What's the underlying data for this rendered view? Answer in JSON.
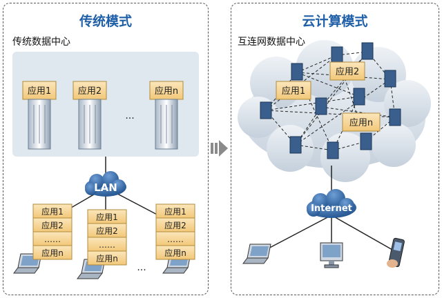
{
  "left_panel": {
    "title": "传统模式",
    "subtitle": "传统数据中心",
    "servers": [
      {
        "label": "应用1"
      },
      {
        "label": "应用2"
      },
      {
        "label": "应用n"
      }
    ],
    "server_ellipsis": "...",
    "lan_label": "LAN",
    "clients": [
      {
        "apps": [
          "应用1",
          "应用2",
          "……",
          "应用n"
        ]
      },
      {
        "apps": [
          "应用1",
          "应用2",
          "……",
          "应用n"
        ]
      },
      {
        "apps": [
          "应用1",
          "应用2",
          "……",
          "应用n"
        ]
      }
    ],
    "client_ellipsis": "..."
  },
  "right_panel": {
    "title": "云计算模式",
    "subtitle": "互连网数据中心",
    "cloud_apps": [
      "应用1",
      "应用2",
      "应用n"
    ],
    "internet_label": "Internet",
    "devices": [
      "laptop",
      "desktop",
      "mobile-phone"
    ]
  },
  "transition_arrow": "arrow-right-icon",
  "colors": {
    "title_blue": "#1f5fa8",
    "app_box_fill": "#f6d79a",
    "app_box_stroke": "#b08a3c",
    "server_panel_bg": "#dfe8ef",
    "cloud_fill": "#d7dfe8",
    "network_blue": "#2c5a8f"
  }
}
